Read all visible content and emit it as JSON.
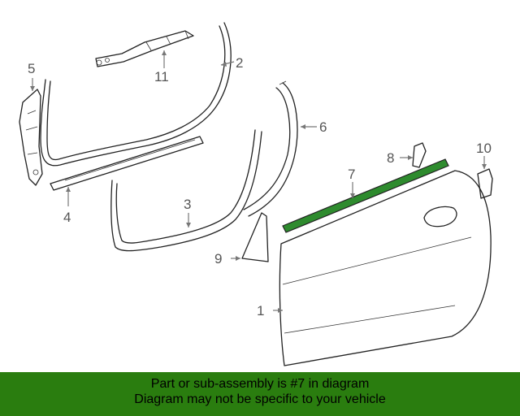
{
  "callouts": [
    "1",
    "2",
    "3",
    "4",
    "5",
    "6",
    "7",
    "8",
    "9",
    "10",
    "11"
  ],
  "highlight_color": "#2e8b2e",
  "banner": {
    "line1": "Part or sub-assembly is #7 in diagram",
    "line2": "Diagram may not be specific to your vehicle",
    "background": "#2a7d0f"
  }
}
